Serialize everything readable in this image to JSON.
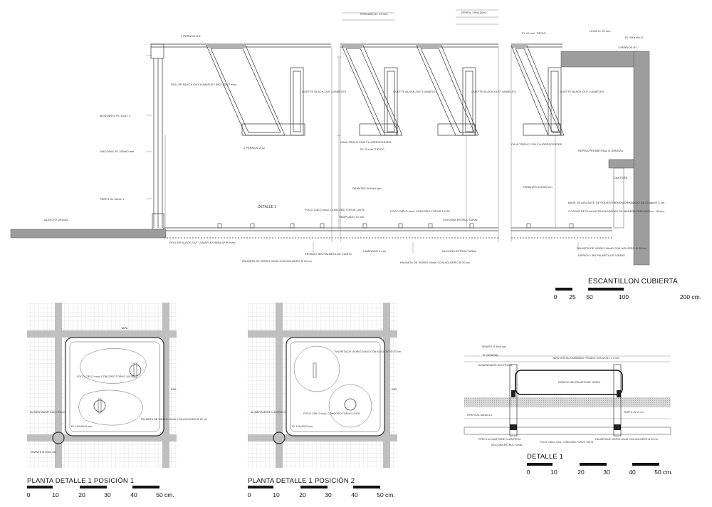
{
  "titles": {
    "escantillon": "ESCANTILLON CUBIERTA",
    "planta1": "PLANTA DETALLE 1 POSICIÓN 1",
    "planta2": "PLANTA DETALLE 1 POSICIÓN 2",
    "detalle": "DETALLE 1"
  },
  "scales": {
    "escantillon": [
      "0",
      "25",
      "50",
      "100",
      "200 cm."
    ],
    "planta": [
      "0",
      "10",
      "20",
      "30",
      "40",
      "50 cm."
    ],
    "detalle": [
      "0",
      "10",
      "20",
      "30",
      "40",
      "50 cm."
    ]
  },
  "section_labels": {
    "detalle1": "DETALLE 1",
    "doble_silicon": "ALERO O DRUIZA",
    "montante": "MONTANTE PL 15x17 3",
    "diagonal": "DIAGONAL PL 200x60 mm",
    "perfil": "PERFIL IN 15x41 1",
    "roller_top": "ROLLER BLACK OUT LUMAFLEX 8807 (Ø 47 mm)",
    "roller_bottom": "ROLLER BLACK-OUT LUMAFLEX 8854 (Ø 60 mm)",
    "gutter1": "GUETTE BLACK-OUT LUMAFLEX",
    "gutter2": "GUETTE BLACK-OUT LUMAFLEX",
    "gutter3": "GUETTE BLACK-OUT LUMAFLEX",
    "gutter4": "GUETTE BLACK-OUT LUMAFLEX",
    "caja_triple1": "CAJA TRIPLE CON FLUORESCENTES",
    "caja_triple2": "CAJA TRIPLE CON FLUORESCENTES",
    "foco1": "FOCO CIELO mod. CONCORD TORUS 10478",
    "foco2": "FOCO CIELO mod. CONCORD TORUS 10478",
    "paleta1": "PALMETA DE VIDRIO 40x40 CON AGUJERO Ø 20 cm",
    "paleta2": "PALMETA DE VIDRIO 40x40 CON AGUJERO Ø 20 cm",
    "paleta3": "PALMETA DE VIDRIO 40x40 CON AGUJERO Ø 20 cm",
    "espacio1": "ESPACIO SIN PALMETA DE VIDRIO",
    "espacio2": "ESPACIO SIN PALMETA DE VIDRIO",
    "silicona1": "SILICONA ESTRUCTURAL",
    "silicona2": "SILICONA ESTRUCTURAL",
    "tirantes1": "TIRANTES Ø 50x5 mm",
    "tirantes2": "TIRANTES Ø 50x5 mm",
    "templado": "TEMPLADO 10 mm",
    "laminado": "LAMINADO 5 mm",
    "pl_10_tipico1": "PL 10 mm. TIPICO",
    "pl_10_tipico2": "PL 10 mm. TIPICO",
    "cantera": "CANTERA",
    "regla": "REPISA PERIMETRAL O GRUEZA",
    "escant_note1": "BASE DE AISLANTE DE POLIESTIRENO (EXPANDIDO DE 20 kg/m³) 4 cm.",
    "escant_note2": "2 CAPAS DE PLACAS TRASLAPADAS DE MADERA TERCIADA e= 18 mm.",
    "pernos": "2 PERNOS Ø 1\"",
    "pernos2": "3 PERNOS Ø 1\"",
    "pernos3": "2 PERNOS Ø 12",
    "placa": "PL 200x40x12",
    "lega": "LEGA e= 20 mm",
    "perfil_top": "PERFIL 150x150x6",
    "fercado": "FERCADO e= 10 mm"
  },
  "plan_labels": {
    "tapa": "TAPA",
    "alimentador1": "ALIMENTADOR ELECTRICO",
    "alimentador2": "ALIMENTADOR ELECTRICO",
    "tirante1": "TIRANTE Ø 50x5 mm",
    "pl1": "PL 120x20x3 mm",
    "pl2": "PL 120x20x3 mm",
    "foco_p1": "FOCO CIELO mod. CONCORD TORUS 10478",
    "foco_p2": "FOCO CIELO mod. CONCORD TORUS 10478",
    "palmeta_p1": "PALMETA DE VIDRIO 40x40 CON AGUJERO Ø 20 cm",
    "palmeta_p2": "PALMETA DE VIDRIO 40x40 CON AGUJERO Ø 20 cm",
    "riel1": "RIEL",
    "riel2": "RIEL"
  },
  "detail_labels": {
    "tirante": "TIRANTE Ø 50x5 mm",
    "pl_general": "PL GENERAL",
    "alimentador": "ALIMENTADOR ELECTRICO",
    "tapa_cristal": "TAPA CRISTAL LAMINADO PEGADO CON Ø 25 x 2.5 mm",
    "espacio": "ESPACIO SIN PALMETA DE VIDRIO",
    "perfil_al": "PERFIL AL 35x10x1.5",
    "perfil_al2": "PERFIL AL MASTRIDE GLASSTECH",
    "silicona": "SILICONA ESTRUCTURAL",
    "foco": "FOCO CIELO mod. CONCORD TORUS 10478",
    "palmeta": "PALMETA DE VIDRIO 40x40 CON AGUJERO Ø 20 cm",
    "perfil_in": "PERFIL IN 13 4 1"
  }
}
